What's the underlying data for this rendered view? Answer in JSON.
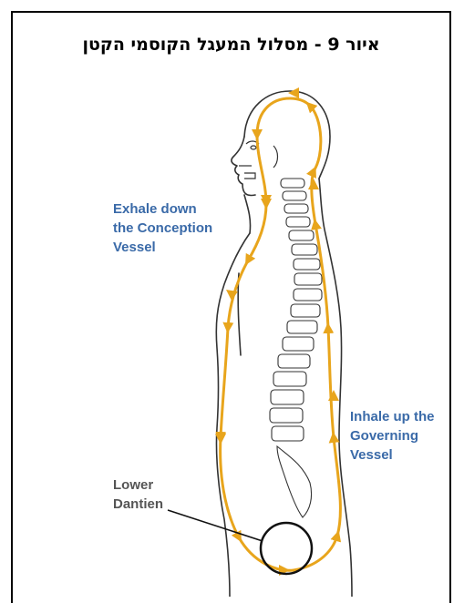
{
  "figure": {
    "title": "איור 9 - מסלול המעגל הקוסמי הקטן",
    "labels": {
      "exhale": [
        "Exhale down",
        "the Conception",
        "Vessel"
      ],
      "inhale": [
        "Inhale up the",
        "Governing",
        "Vessel"
      ],
      "dantien": [
        "Lower",
        "Dantien"
      ]
    },
    "colors": {
      "path": "#e8a51c",
      "label_blue": "#3a6aa8",
      "label_gray": "#555555",
      "outline": "#333333"
    }
  }
}
